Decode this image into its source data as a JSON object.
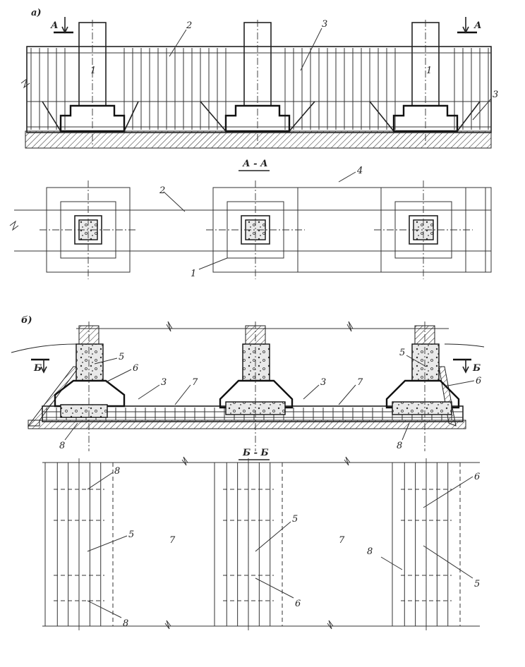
{
  "labels": {
    "part_a": "а)",
    "part_b": "б)",
    "section_aa": "А - А",
    "section_bb": "Б - Б",
    "cut_a": "А",
    "cut_b": "Б",
    "n1": "1",
    "n2": "2",
    "n3": "3",
    "n4": "4",
    "n5": "5",
    "n6": "6",
    "n7": "7",
    "n8": "8"
  }
}
